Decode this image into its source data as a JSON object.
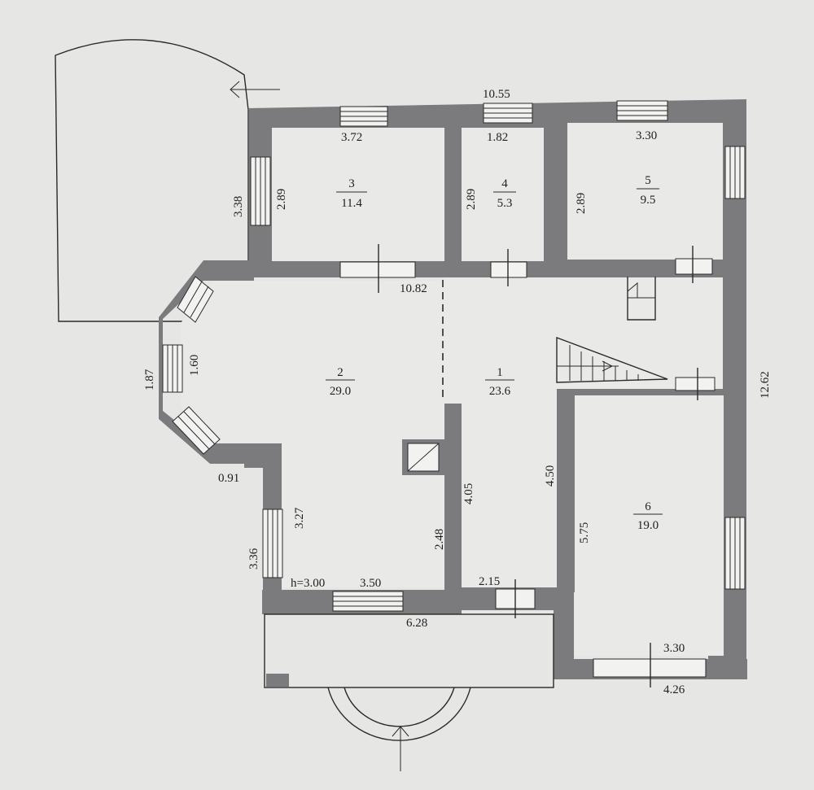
{
  "rooms": [
    {
      "id": "3",
      "number": "3",
      "area": "11.4"
    },
    {
      "id": "4",
      "number": "4",
      "area": "5.3"
    },
    {
      "id": "5",
      "number": "5",
      "area": "9.5"
    },
    {
      "id": "2",
      "number": "2",
      "area": "29.0"
    },
    {
      "id": "1",
      "number": "1",
      "area": "23.6"
    },
    {
      "id": "6",
      "number": "6",
      "area": "19.0"
    }
  ],
  "dimensions": {
    "total_width": "10.55",
    "room3_width": "3.72",
    "room4_width": "1.82",
    "room5_width": "3.30",
    "outer_left_top": "3.38",
    "room3_height": "2.89",
    "room4_height": "2.89",
    "room5_height": "2.89",
    "corridor_length": "10.82",
    "bay_outer": "1.87",
    "bay_inner": "1.60",
    "step_offset": "0.91",
    "room2_lower_height": "3.27",
    "outer_left_bottom": "3.36",
    "ceiling_height": "h=3.00",
    "room2_bottom_width": "3.50",
    "partition_height": "2.48",
    "partition_room1": "4.05",
    "room1_right": "4.50",
    "opening_width": "2.15",
    "porch_width": "6.28",
    "total_height": "12.62",
    "room6_height": "5.75",
    "room6_width": "3.30",
    "room6_outer": "4.26"
  }
}
